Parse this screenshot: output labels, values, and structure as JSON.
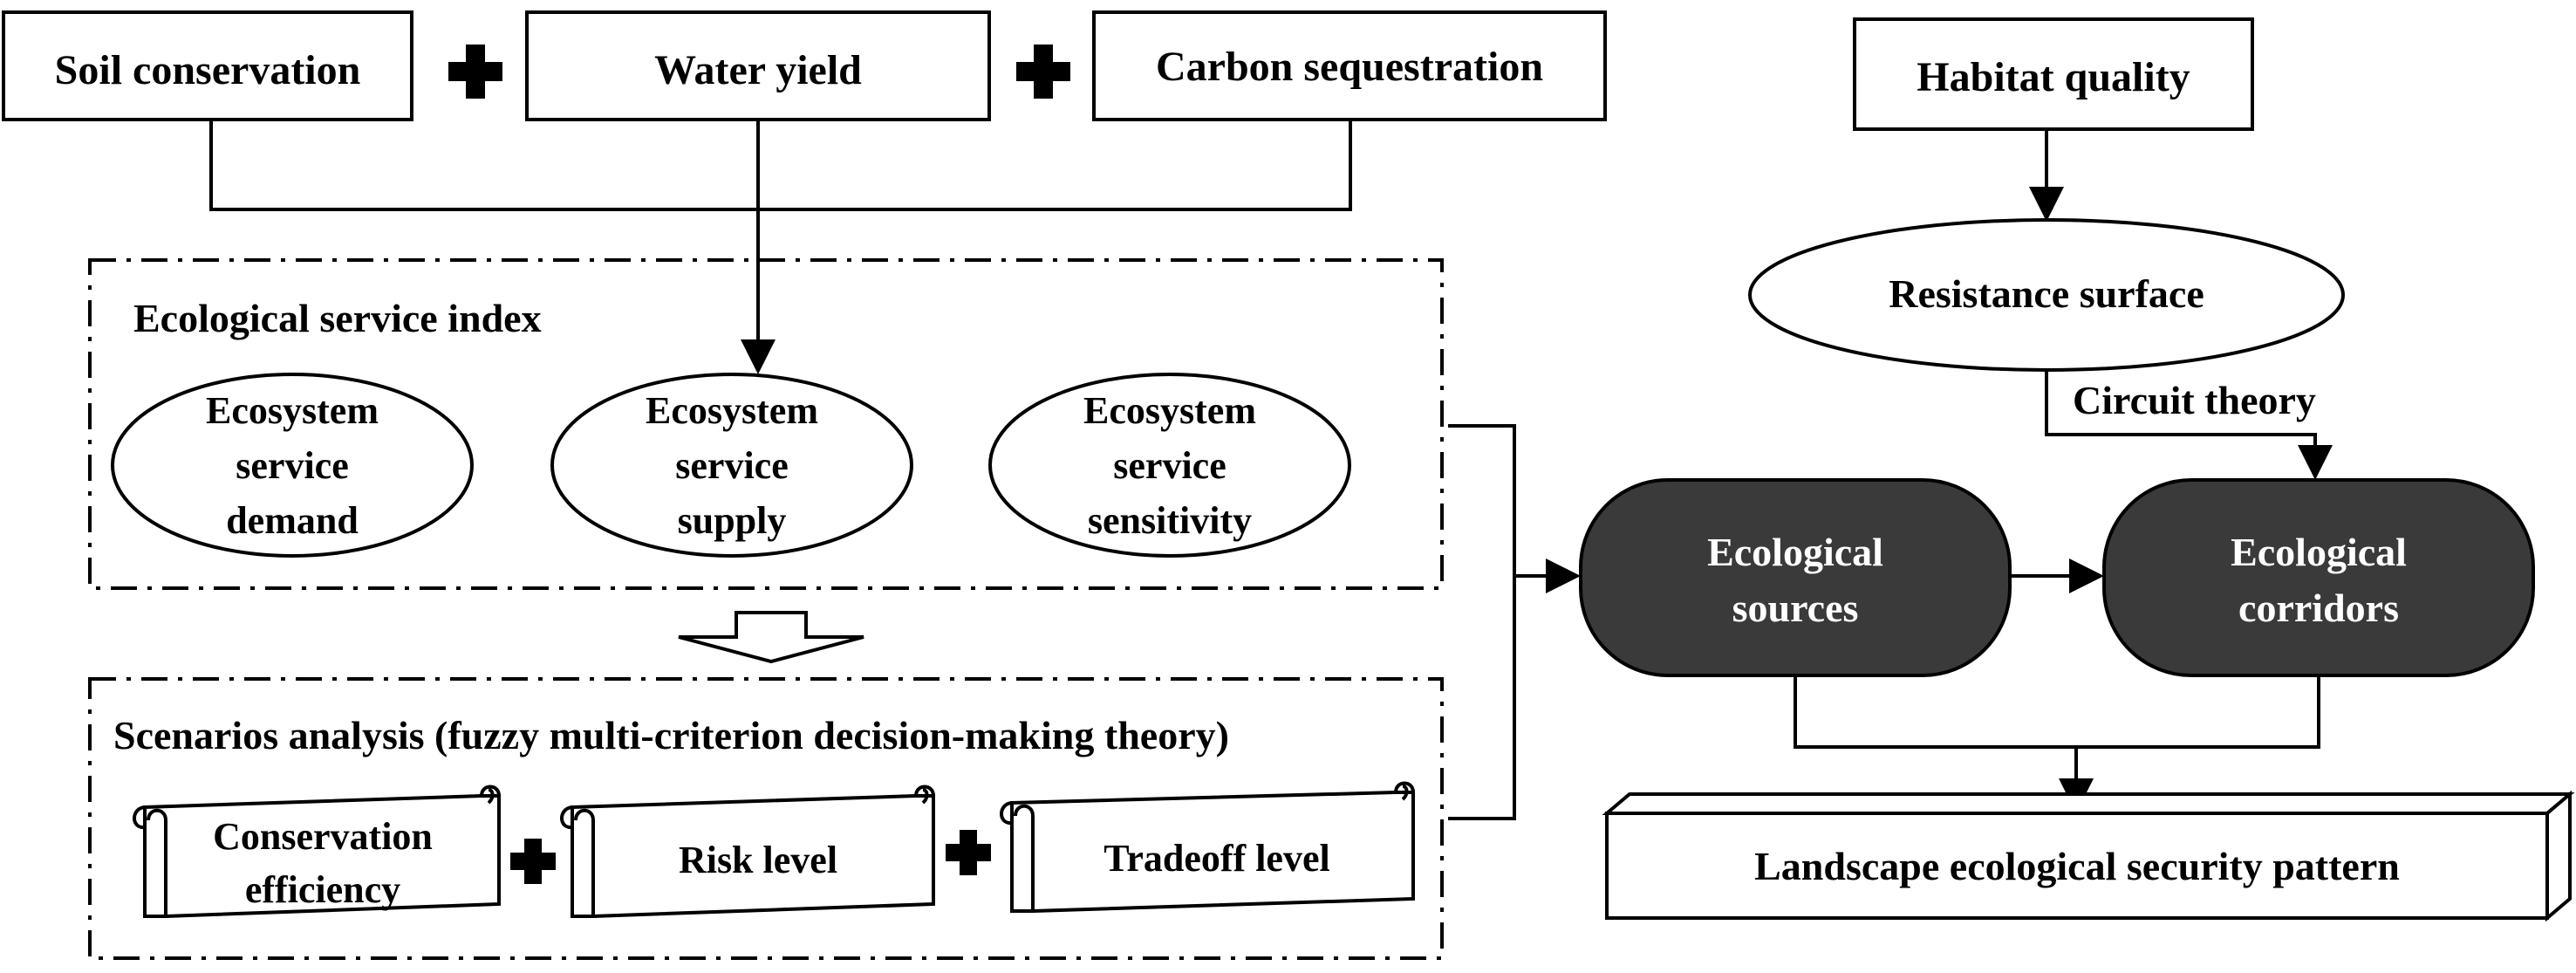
{
  "nodes": {
    "soil_conservation": "Soil conservation",
    "water_yield": "Water yield",
    "carbon_sequestration": "Carbon sequestration",
    "habitat_quality": "Habitat quality",
    "resistance_surface": "Resistance surface",
    "circuit_theory": "Circuit theory",
    "ecological_service_index": "Ecological service index",
    "es_demand": [
      "Ecosystem",
      "service",
      "demand"
    ],
    "es_supply": [
      "Ecosystem",
      "service",
      "supply"
    ],
    "es_sensitivity": [
      "Ecosystem",
      "service",
      "sensitivity"
    ],
    "scenarios_analysis": "Scenarios analysis (fuzzy multi-criterion decision-making theory)",
    "conservation_efficiency": [
      "Conservation",
      "efficiency"
    ],
    "risk_level": "Risk level",
    "tradeoff_level": "Tradeoff level",
    "ecological_sources": [
      "Ecological",
      "sources"
    ],
    "ecological_corridors": [
      "Ecological",
      "corridors"
    ],
    "landscape_pattern": "Landscape ecological security pattern"
  },
  "colors": {
    "line": "#000000",
    "dark_node_fill": "#3a3a3a",
    "dark_node_text": "#ffffff"
  }
}
